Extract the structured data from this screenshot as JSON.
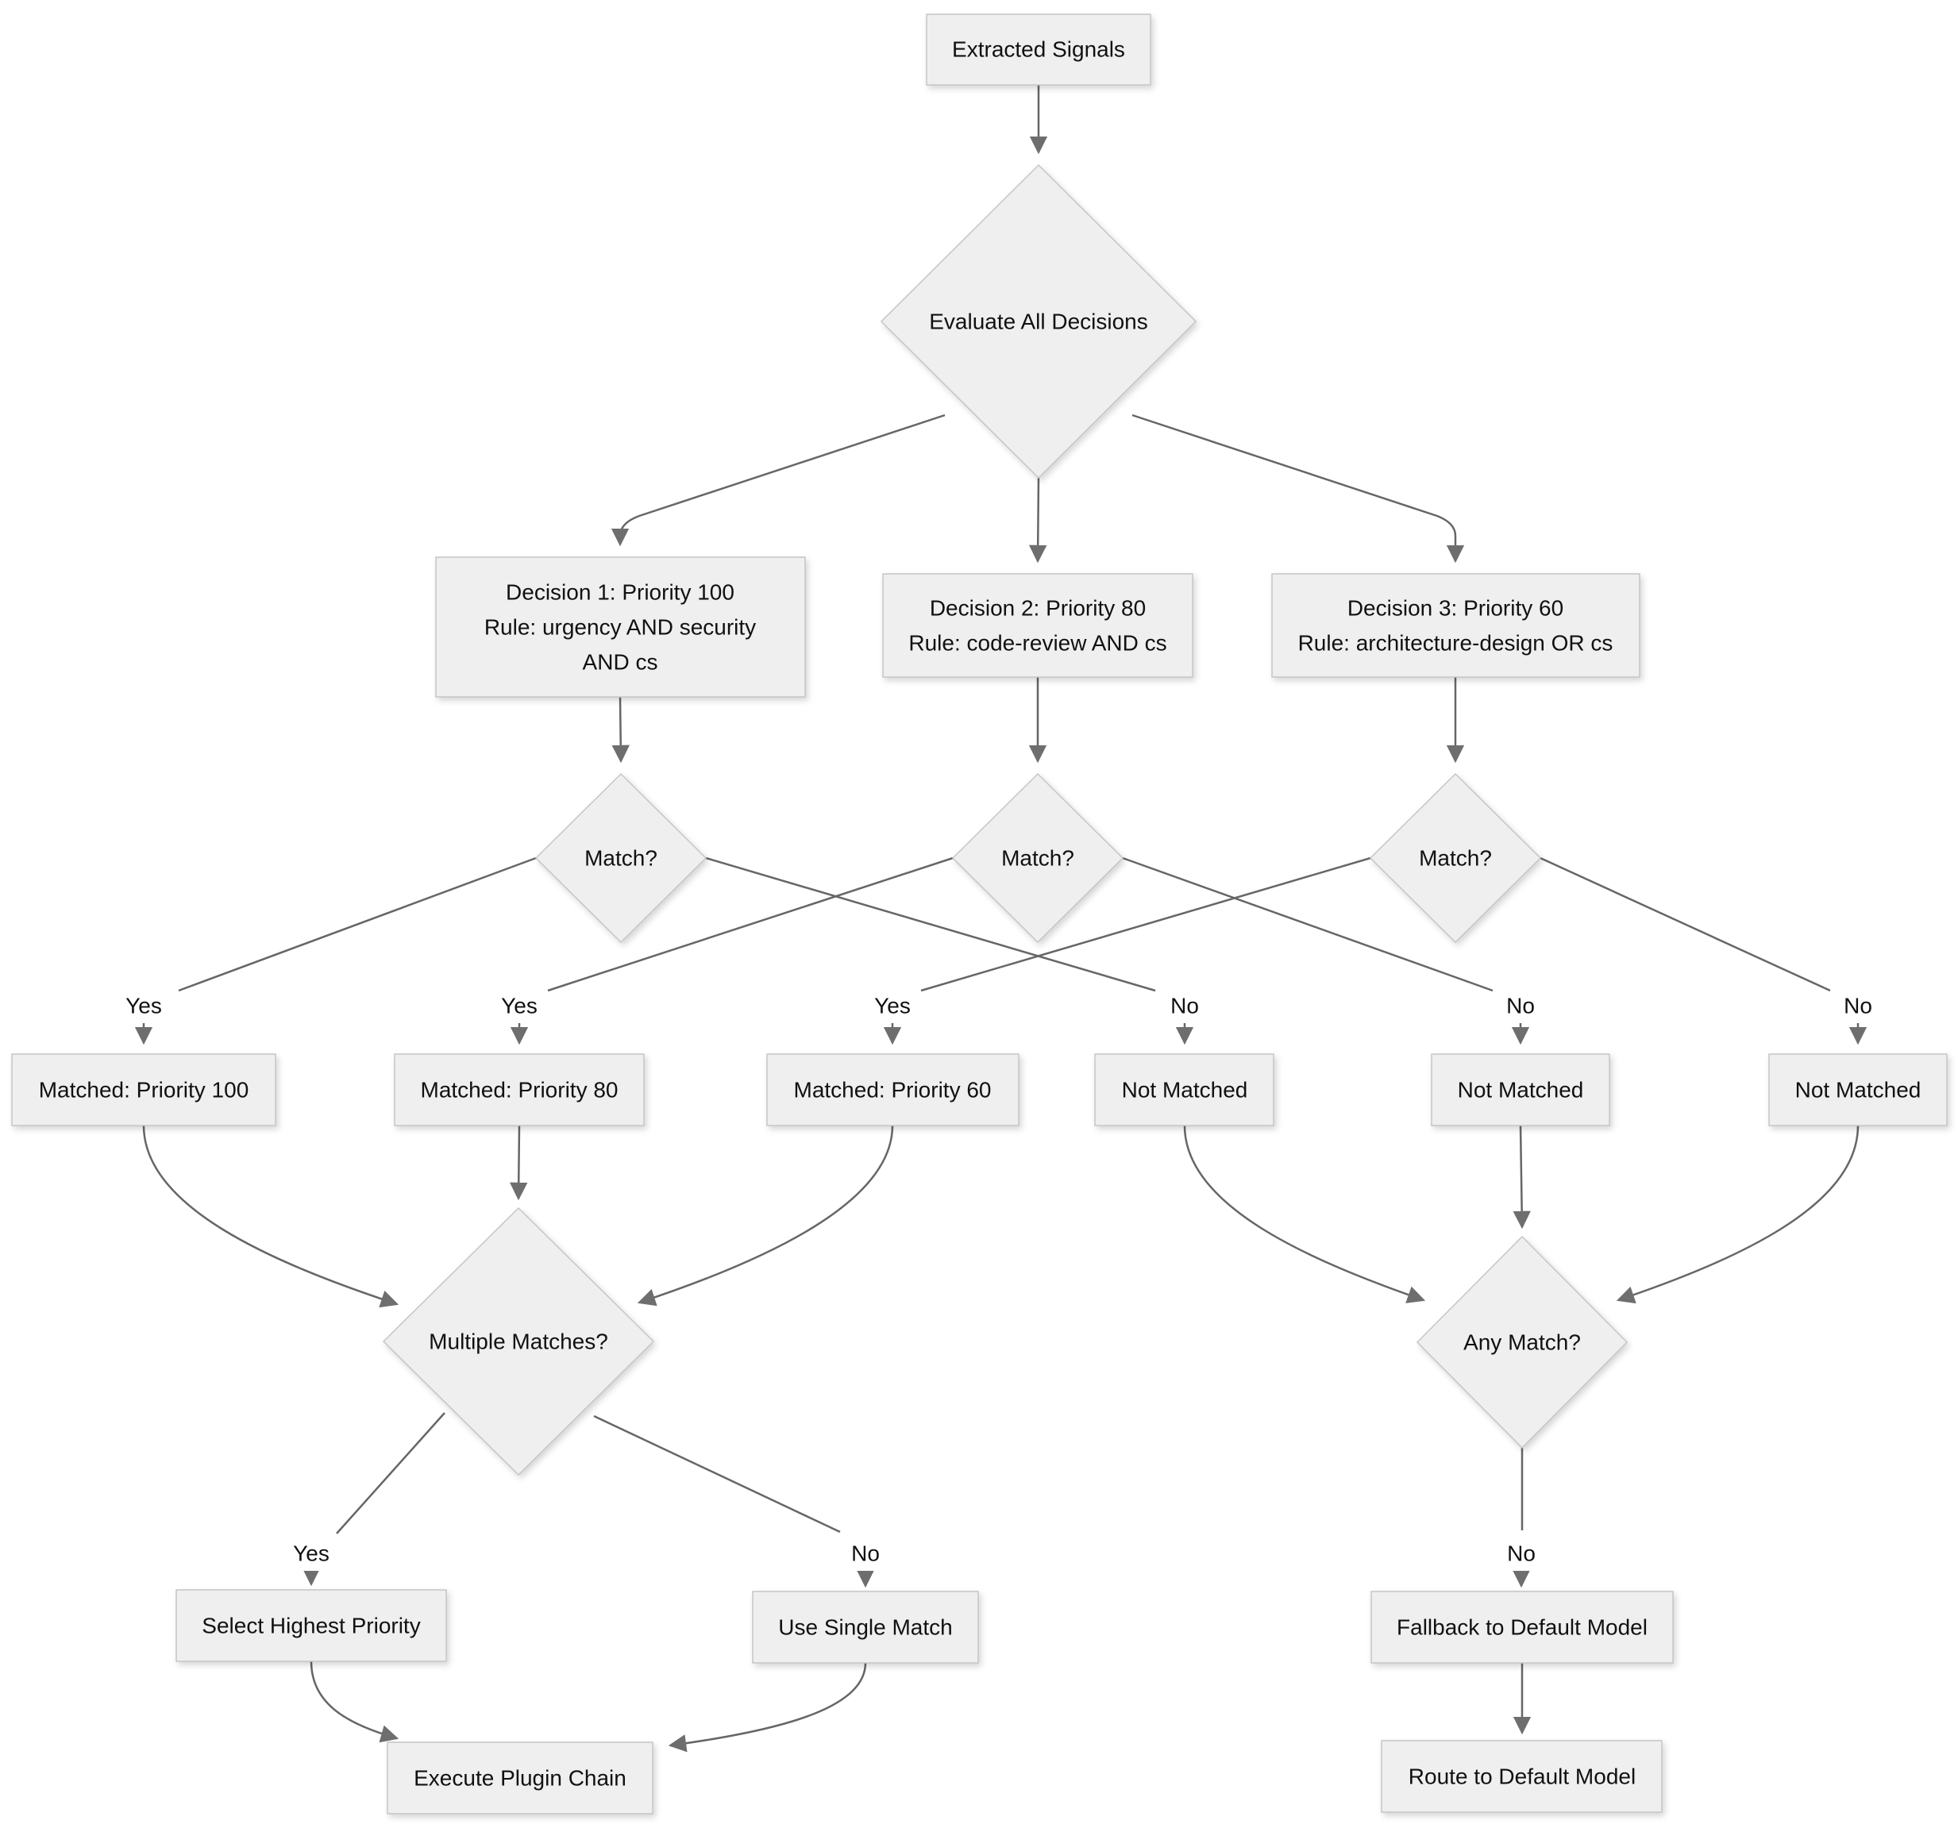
{
  "nodes": {
    "extracted_signals": {
      "label": "Extracted Signals"
    },
    "evaluate": {
      "label": "Evaluate All Decisions"
    },
    "decision1": {
      "line1": "Decision 1: Priority 100",
      "line2": "Rule: urgency AND security",
      "line3": "AND cs"
    },
    "decision2": {
      "line1": "Decision 2: Priority 80",
      "line2": "Rule: code-review AND cs"
    },
    "decision3": {
      "line1": "Decision 3: Priority 60",
      "line2": "Rule: architecture-design OR cs"
    },
    "match1": {
      "label": "Match?"
    },
    "match2": {
      "label": "Match?"
    },
    "match3": {
      "label": "Match?"
    },
    "matched100": {
      "label": "Matched: Priority 100"
    },
    "matched80": {
      "label": "Matched: Priority 80"
    },
    "matched60": {
      "label": "Matched: Priority 60"
    },
    "not_matched1": {
      "label": "Not Matched"
    },
    "not_matched2": {
      "label": "Not Matched"
    },
    "not_matched3": {
      "label": "Not Matched"
    },
    "multiple_matches": {
      "label": "Multiple Matches?"
    },
    "any_match": {
      "label": "Any Match?"
    },
    "select_highest": {
      "label": "Select Highest Priority"
    },
    "use_single": {
      "label": "Use Single Match"
    },
    "fallback": {
      "label": "Fallback to Default Model"
    },
    "execute": {
      "label": "Execute Plugin Chain"
    },
    "route": {
      "label": "Route to Default Model"
    }
  },
  "edge_labels": {
    "yes1": "Yes",
    "yes2": "Yes",
    "yes3": "Yes",
    "no1": "No",
    "no2": "No",
    "no3": "No",
    "yes_mm": "Yes",
    "no_mm": "No",
    "no_am": "No"
  },
  "colors": {
    "node_fill": "#efefef",
    "node_border": "#c6c6c6",
    "edge": "#666666",
    "text": "#111111"
  }
}
